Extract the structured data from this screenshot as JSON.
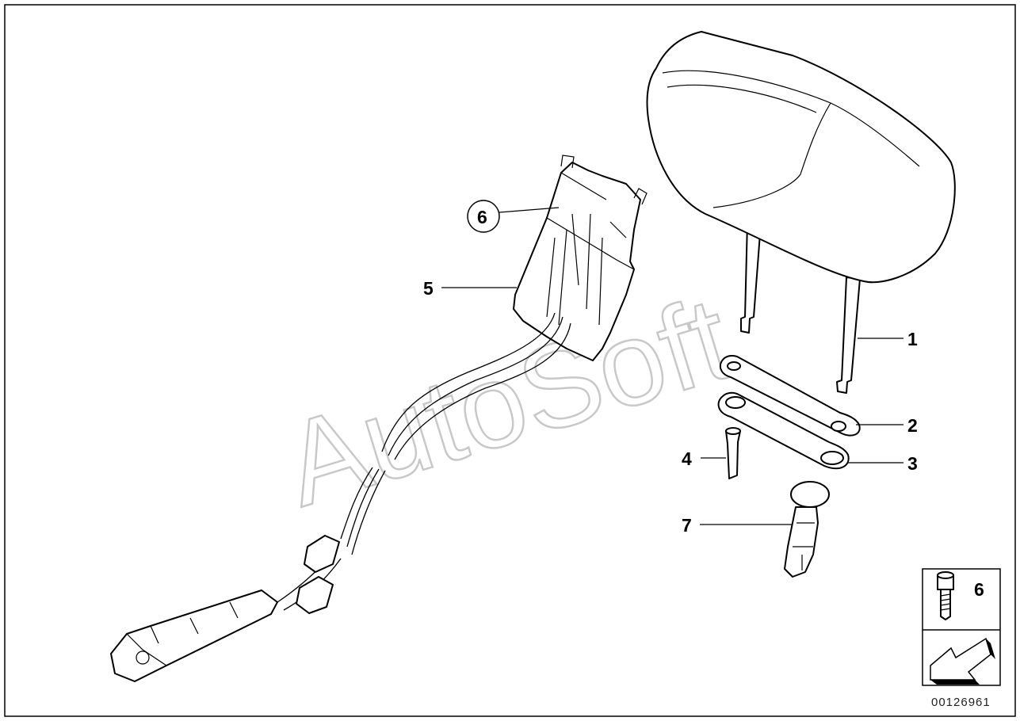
{
  "watermark": "AutoSoft",
  "document_id": "00126961",
  "callouts": {
    "c1": "1",
    "c2": "2",
    "c3": "3",
    "c4": "4",
    "c5": "5",
    "c6": "6",
    "c7": "7"
  },
  "legend_box": {
    "label": "6",
    "icons": [
      "screw-icon",
      "arrow-direction-icon"
    ]
  },
  "colors": {
    "line": "#000000",
    "watermark": "#c8c8c8",
    "background": "#ffffff"
  }
}
